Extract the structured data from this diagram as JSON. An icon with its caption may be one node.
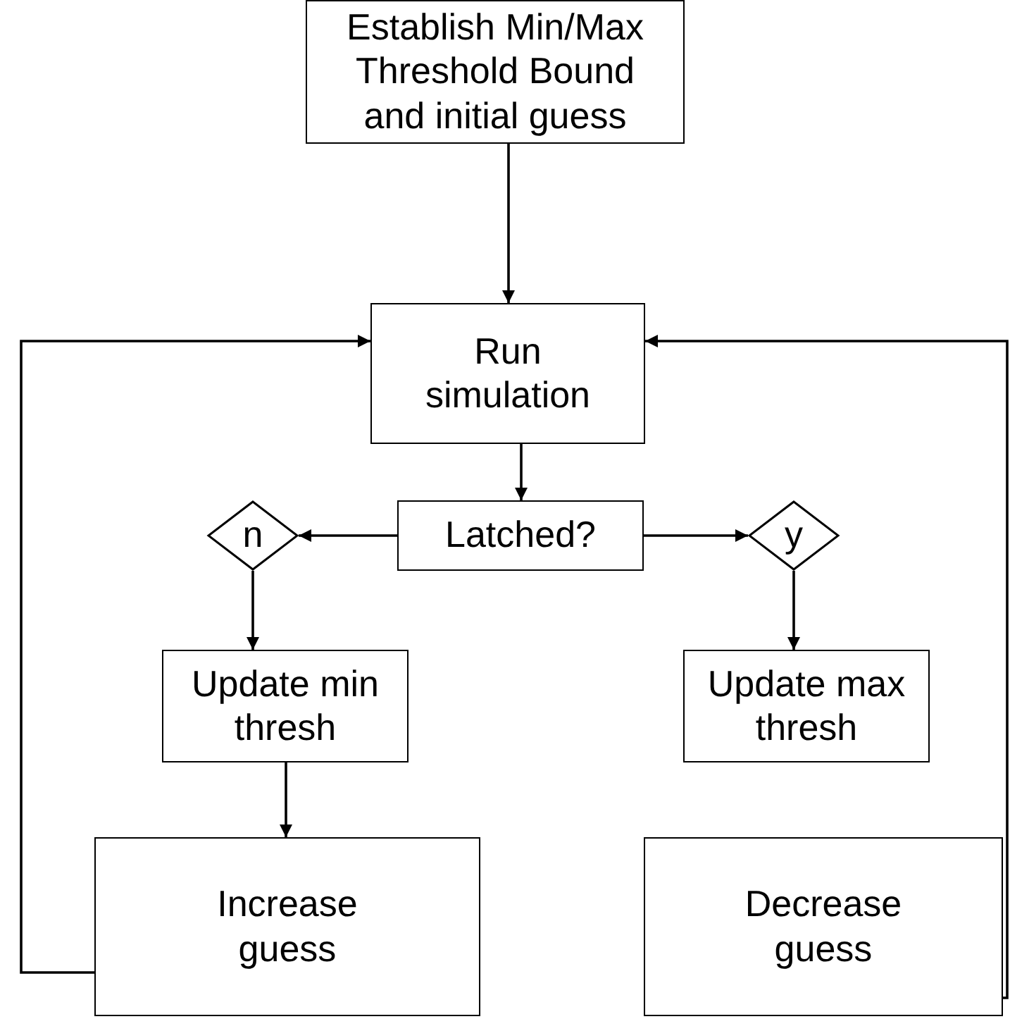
{
  "diagram": {
    "nodes": [
      {
        "text": [
          "Establish Min/Max Threshold Bound and initial guess"
        ]
      },
      {
        "text": [
          "Run simulation"
        ]
      },
      {
        "text": [
          "Latched?"
        ]
      },
      {
        "text": [
          "n"
        ]
      },
      {
        "text": [
          "y"
        ]
      },
      {
        "text": [
          "Update min thresh"
        ]
      },
      {
        "text": [
          "Update max thresh"
        ]
      },
      {
        "text": [
          "Increase guess"
        ]
      },
      {
        "text": [
          "Decrease guess"
        ]
      }
    ],
    "edges": [
      {
        "from": 0,
        "to": 1,
        "arrow": "to"
      },
      {
        "from": 1,
        "to": 2,
        "arrow": "to"
      },
      {
        "from": 2,
        "to": 3,
        "arrow": "to"
      },
      {
        "from": 2,
        "to": 4,
        "arrow": "to"
      },
      {
        "from": 3,
        "to": 5,
        "arrow": "to"
      },
      {
        "from": 4,
        "to": 6,
        "arrow": "to"
      },
      {
        "from": 5,
        "to": 7,
        "arrow": "to"
      },
      {
        "from": 7,
        "to": 1,
        "arrow": "to"
      },
      {
        "from": 8,
        "to": 1,
        "arrow": "to"
      }
    ]
  }
}
